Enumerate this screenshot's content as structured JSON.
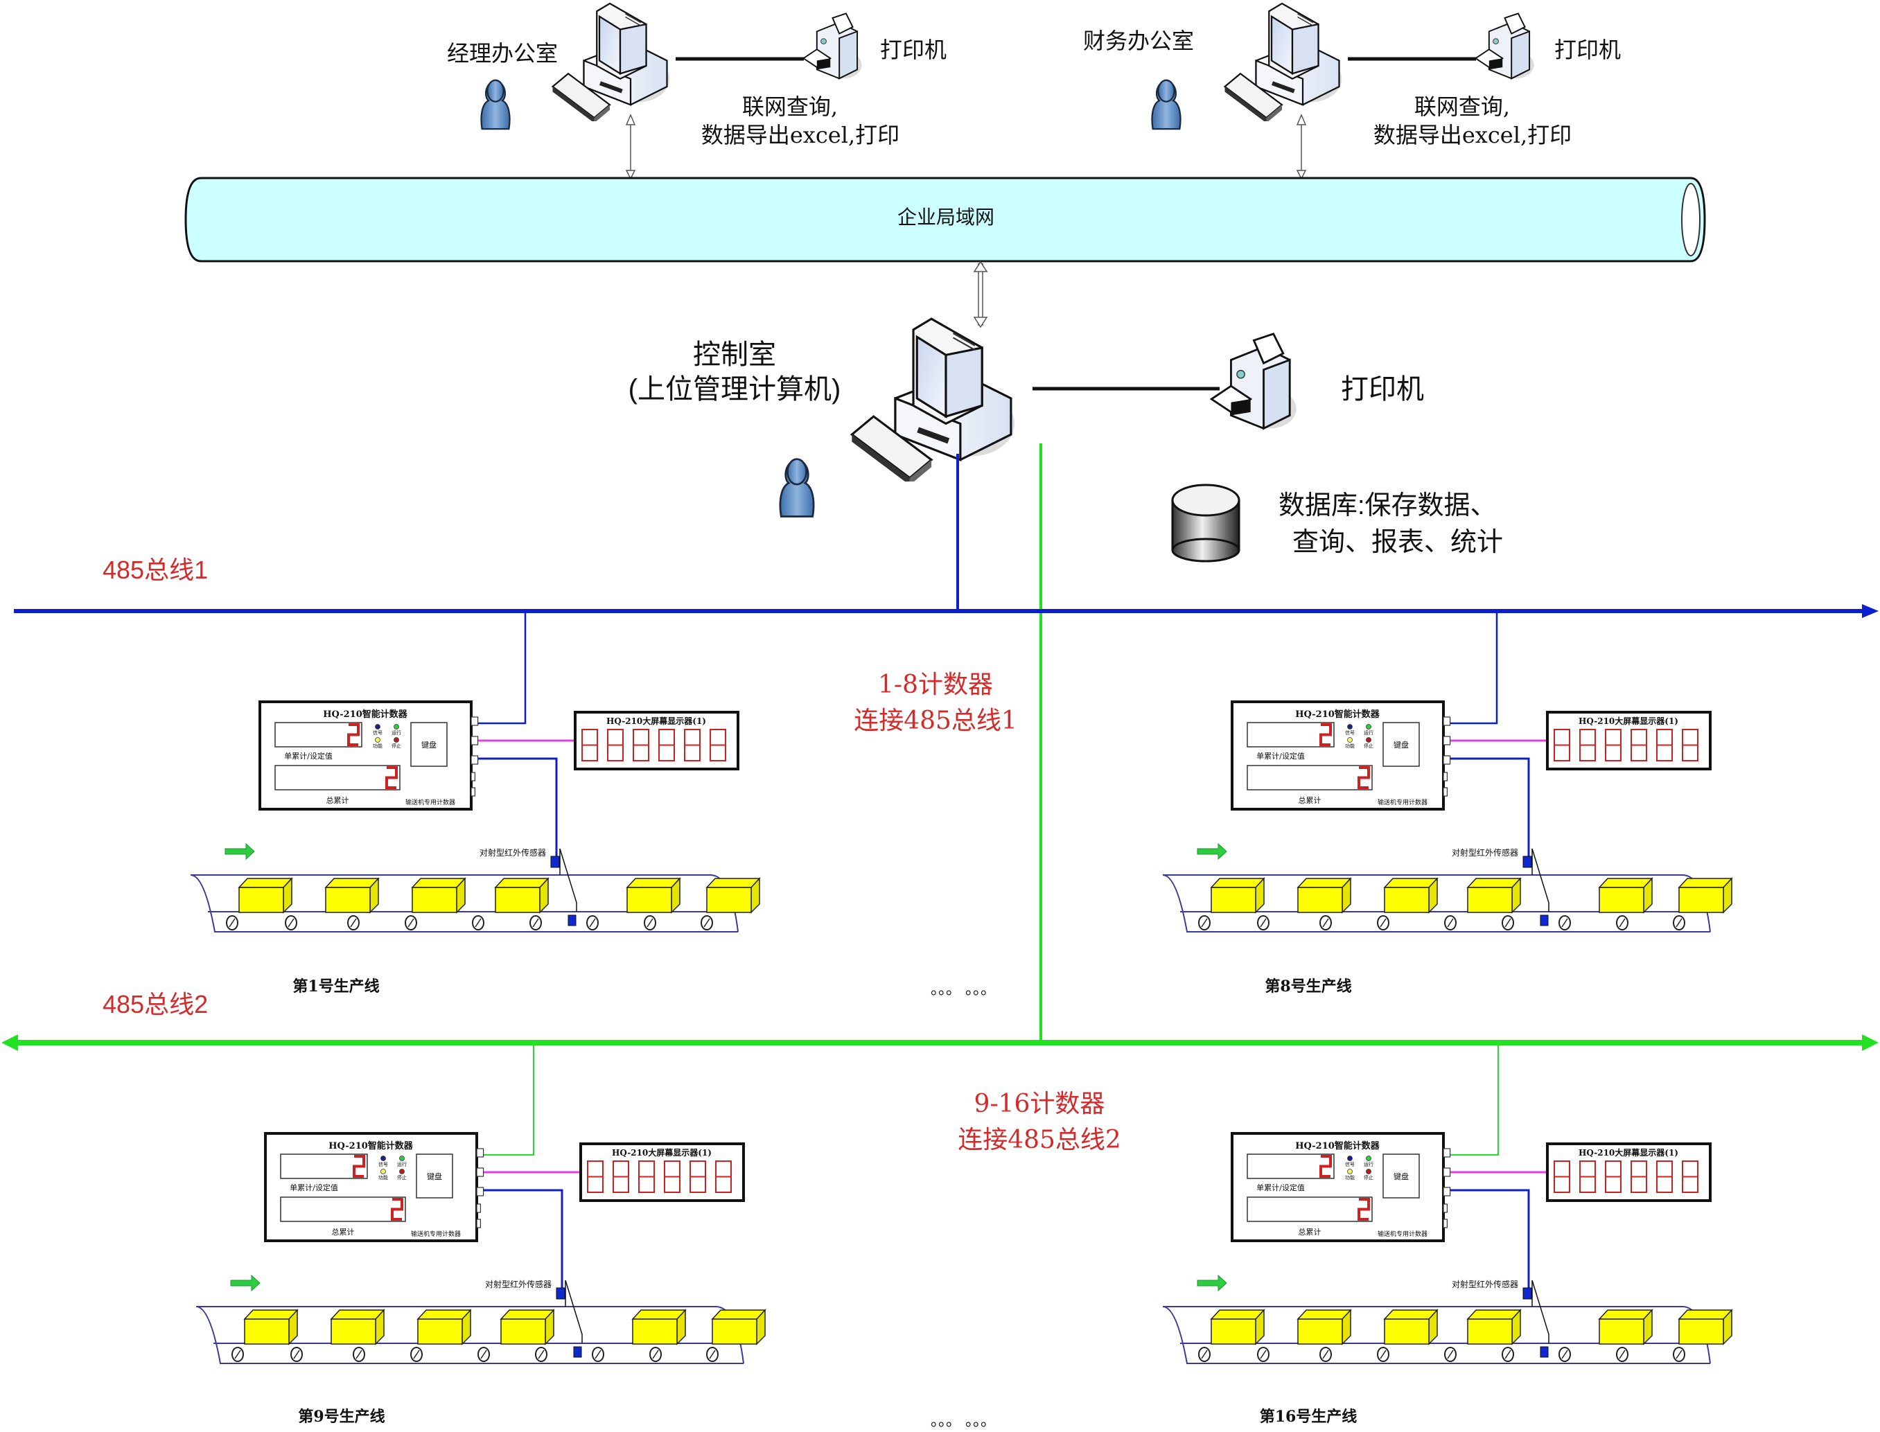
{
  "offices": [
    {
      "name": "经理办公室",
      "printer_label": "打印机",
      "description_line1": "联网查询,",
      "description_line2": "数据导出excel,打印"
    },
    {
      "name": "财务办公室",
      "printer_label": "打印机",
      "description_line1": "联网查询,",
      "description_line2": "数据导出excel,打印"
    }
  ],
  "lan": {
    "label": "企业局域网",
    "fill_color": "#ccffff"
  },
  "control_room": {
    "title": "控制室",
    "subtitle": "(上位管理计算机)",
    "printer_label": "打印机",
    "database_line1": "数据库:保存数据、",
    "database_line2": "查询、报表、统计"
  },
  "buses": [
    {
      "label": "485总线1",
      "color": "#0b1fd0"
    },
    {
      "label": "485总线2",
      "color": "#22e022"
    }
  ],
  "counter_groups": [
    {
      "line1": "1-8计数器",
      "line2": "连接485总线1"
    },
    {
      "line1": "9-16计数器",
      "line2": "连接485总线2"
    }
  ],
  "ellipsis": "。。。 。。。",
  "device": {
    "counter_title": "HQ-210智能计数器",
    "single_label": "单累计/设定值",
    "total_label": "总累计",
    "keyboard_label": "键盘",
    "footer_label": "输送机专用计数器",
    "leds": [
      {
        "label": "信号",
        "color": "#1a237e"
      },
      {
        "label": "运行",
        "color": "#2ecc40"
      },
      {
        "label": "功能",
        "color": "#f4f46a"
      },
      {
        "label": "停止",
        "color": "#b71c1c"
      }
    ],
    "digit_value": "2",
    "display_title": "HQ-210大屏幕显示器(1)",
    "display_digits": 6,
    "sensor_label": "对射型红外传感器"
  },
  "production_lines": [
    {
      "label": "第1号生产线",
      "bus": 0
    },
    {
      "label": "第8号生产线",
      "bus": 0
    },
    {
      "label": "第9号生产线",
      "bus": 1
    },
    {
      "label": "第16号生产线",
      "bus": 1
    }
  ],
  "colors": {
    "bus1": "#0b1fd0",
    "bus2": "#22e022",
    "display_link": "#e040e0",
    "sensor_link": "#1020c0",
    "box_fill": "#ffff00",
    "conveyor_line": "#3a3a9a",
    "segment_red": "#cc2222",
    "person_blue": "#5b8fc9",
    "arrow_green": "#2ecc40"
  }
}
